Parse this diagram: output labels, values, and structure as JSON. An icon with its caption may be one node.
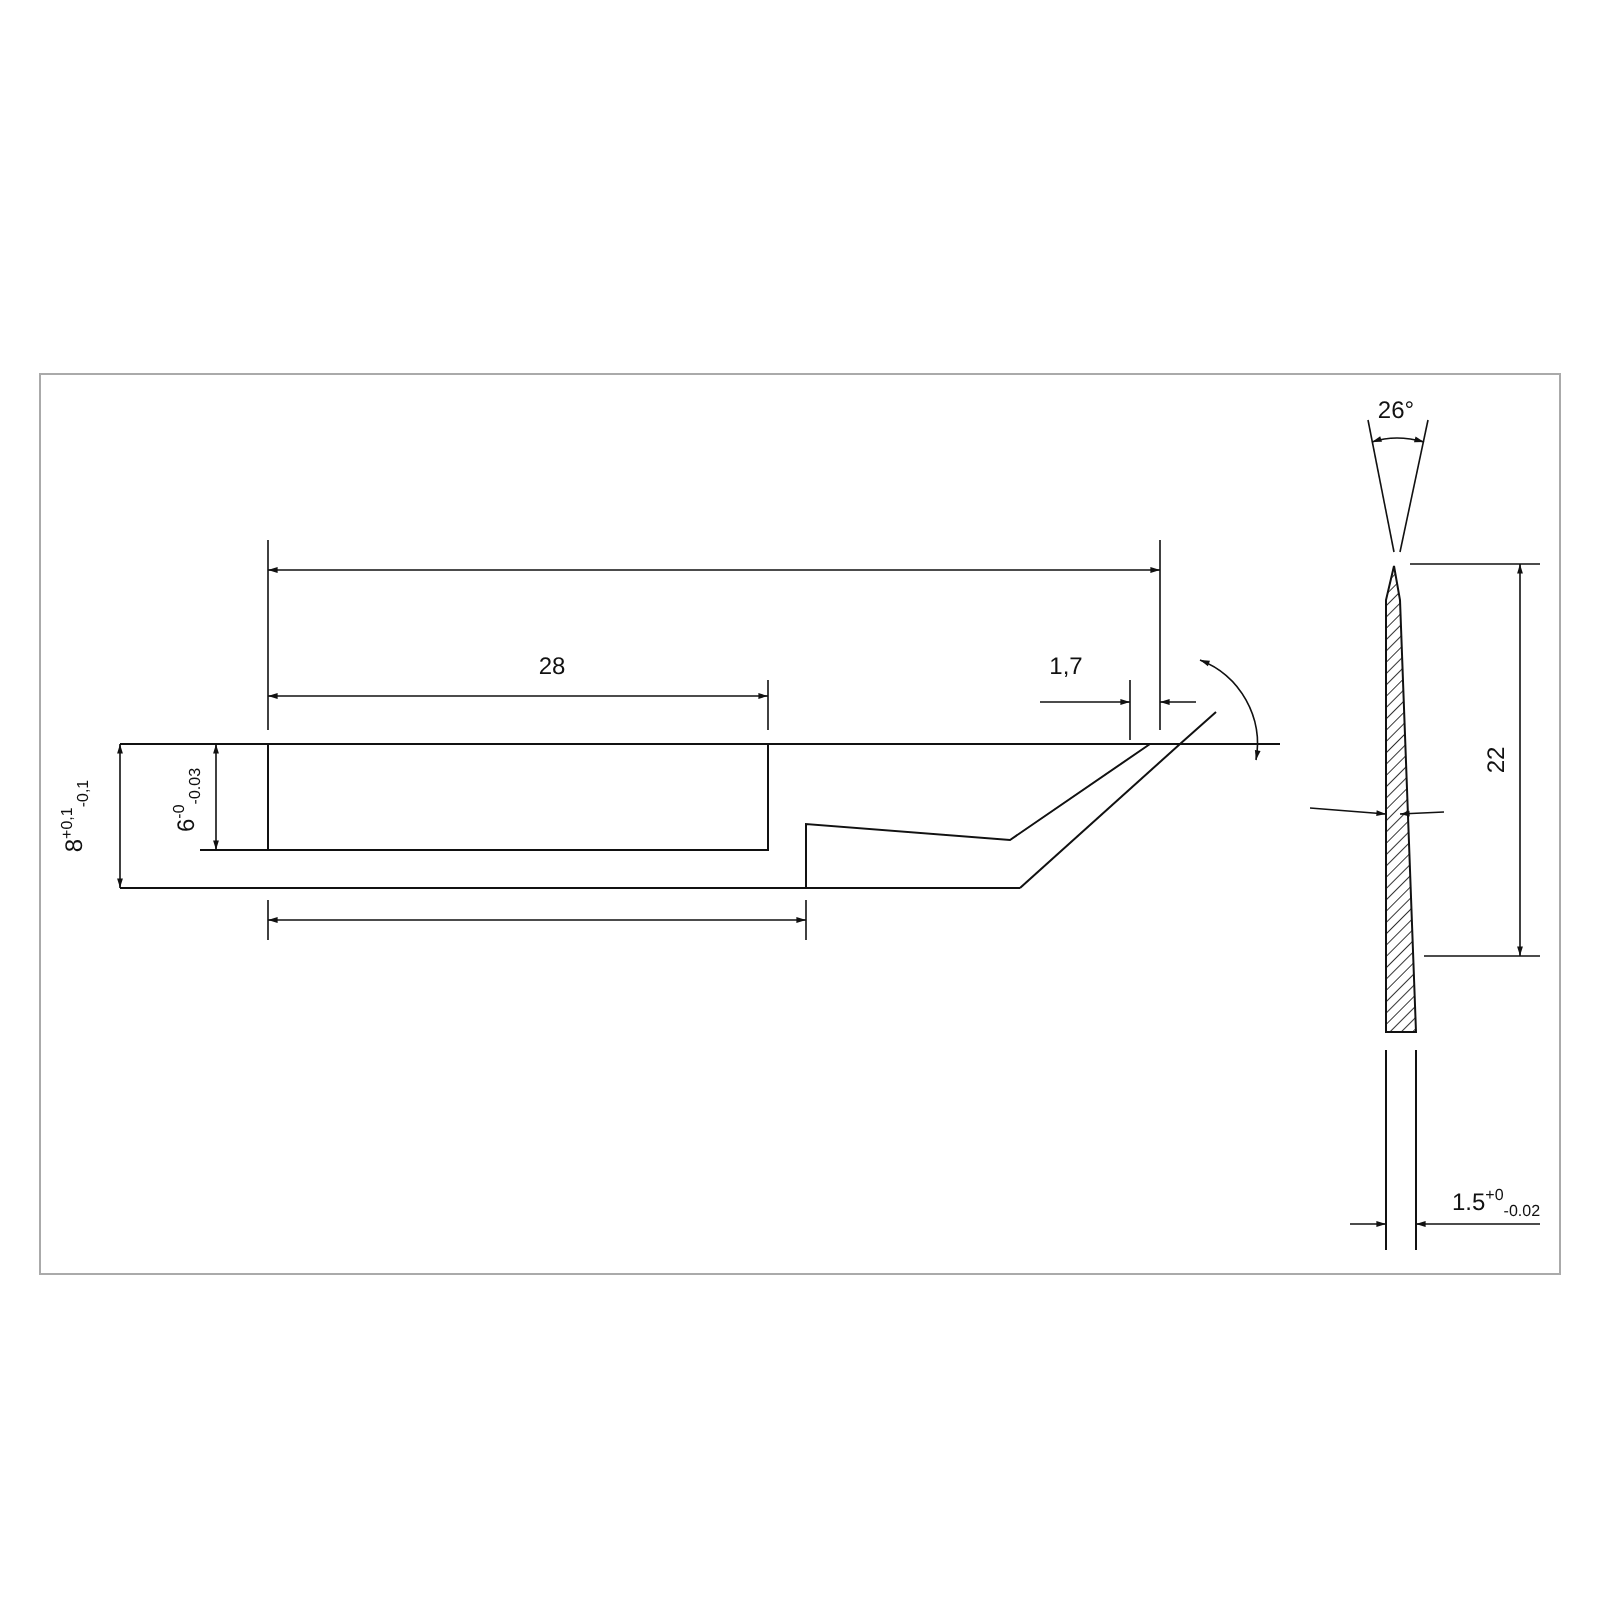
{
  "diagram": {
    "labels": [
      "26°",
      "28",
      "1,7",
      "22",
      "8$^{+0,1}$$_{-0,1}$",
      "6$^{-0}$$_{-0.03}$",
      "1.5$^{+0}$$_{-0.02}$"
    ]
  }
}
